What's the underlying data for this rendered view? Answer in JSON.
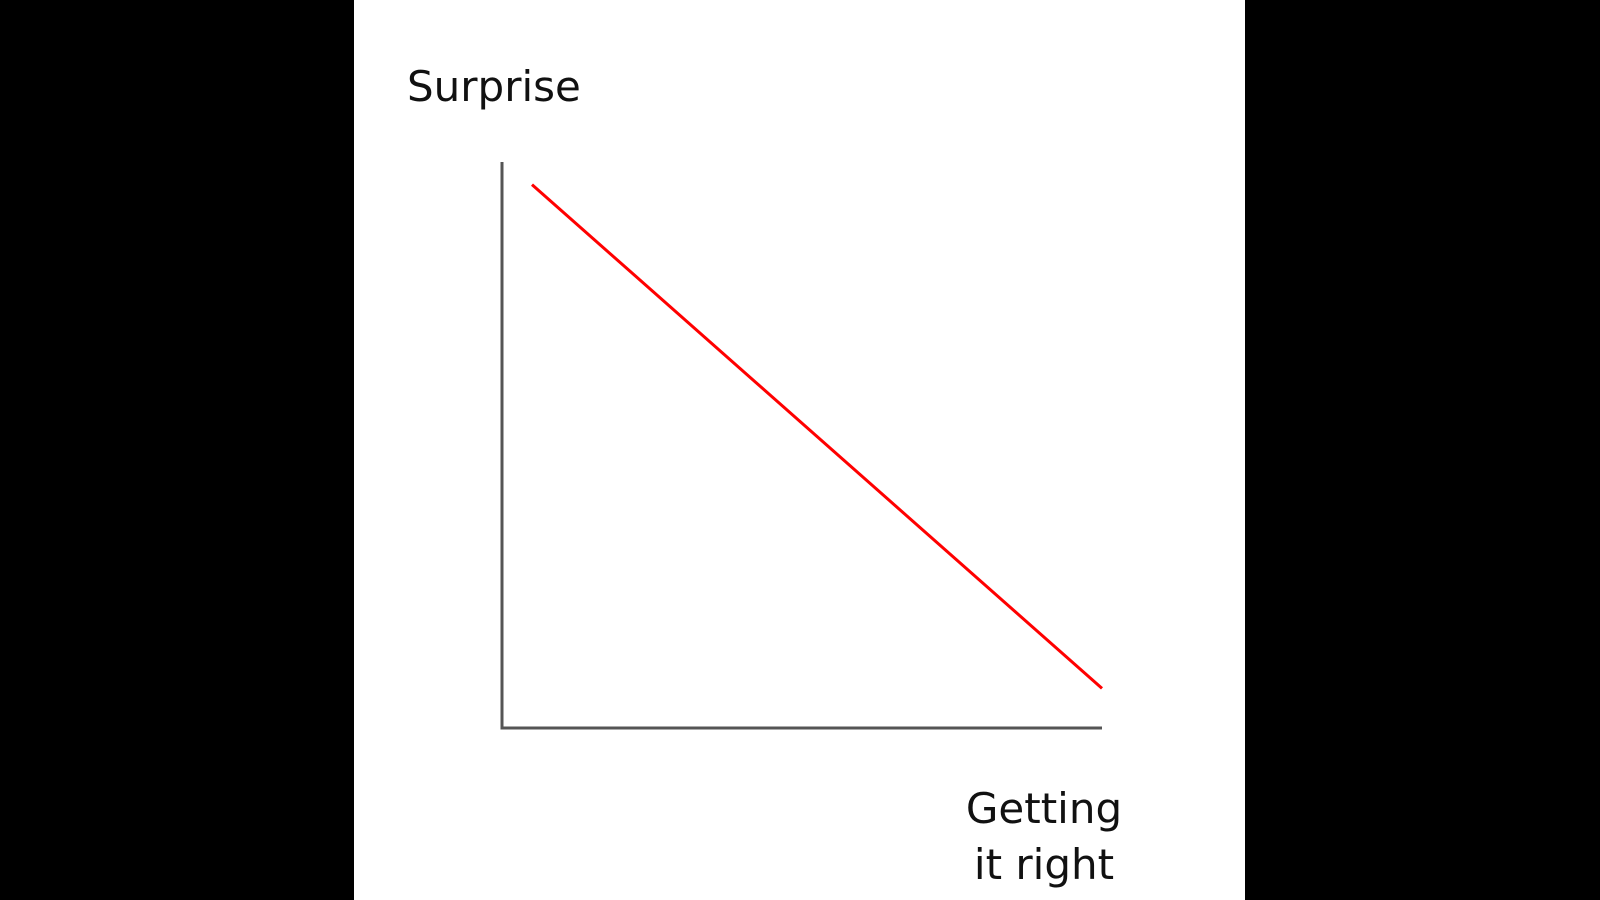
{
  "chart_data": {
    "type": "line",
    "ylabel": "Surprise",
    "xlabel_lines": [
      "Getting",
      "it right"
    ],
    "grid": false,
    "xlim": [
      0,
      1
    ],
    "ylim": [
      0,
      1
    ],
    "series": [
      {
        "x": [
          0.05,
          1.0
        ],
        "y": [
          0.96,
          0.07
        ],
        "color": "#ff0000"
      }
    ],
    "axis_color": "#555555"
  }
}
